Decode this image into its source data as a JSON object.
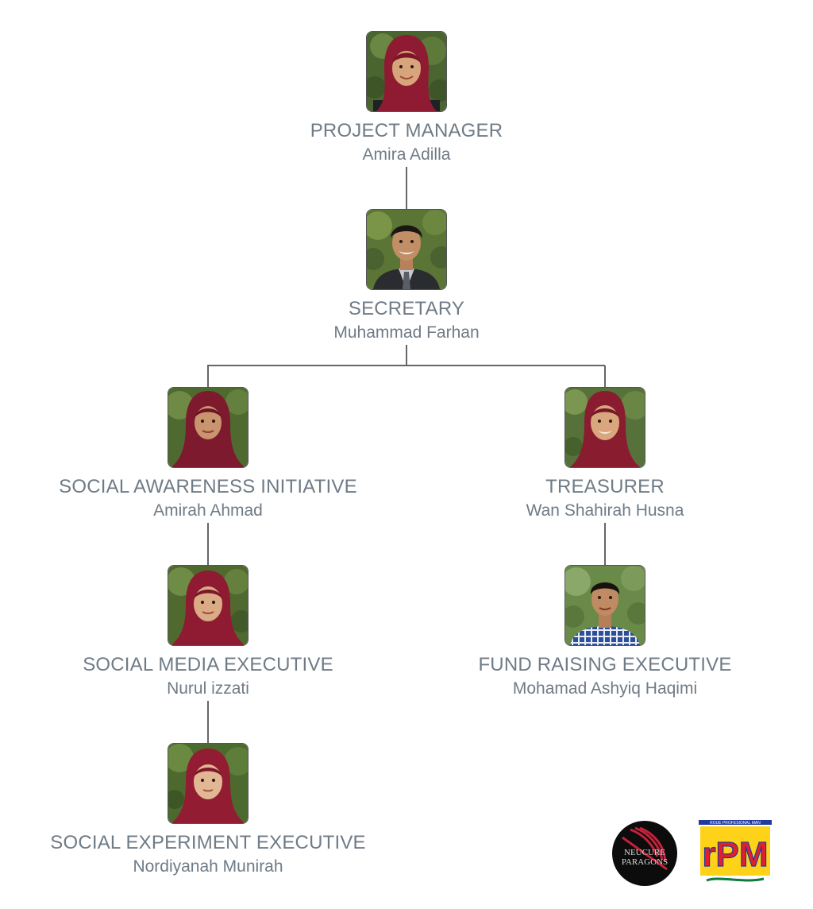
{
  "colors": {
    "text": "#6f7b86",
    "connector": "#666666",
    "hijab": "#8e1b31",
    "foliage": "#4f6b30"
  },
  "members": [
    {
      "id": "project-manager",
      "role": "PROJECT MANAGER",
      "name": "Amira Adilla"
    },
    {
      "id": "secretary",
      "role": "SECRETARY",
      "name": "Muhammad Farhan"
    },
    {
      "id": "social-awareness",
      "role": "SOCIAL AWARENESS INITIATIVE",
      "name": "Amirah Ahmad"
    },
    {
      "id": "treasurer",
      "role": "TREASURER",
      "name": "Wan Shahirah Husna"
    },
    {
      "id": "social-media",
      "role": "SOCIAL MEDIA EXECUTIVE",
      "name": "Nurul izzati"
    },
    {
      "id": "fund-raising",
      "role": "FUND RAISING EXECUTIVE",
      "name": "Mohamad Ashyiq Haqimi"
    },
    {
      "id": "social-experiment",
      "role": "SOCIAL EXPERIMENT EXECUTIVE",
      "name": "Nordiyanah Munirah"
    }
  ],
  "logos": {
    "paragons": {
      "line1": "NEUCURE",
      "line2": "PARAGONS"
    },
    "rpm": {
      "header": "ROUE PROFESIONAL MAN",
      "mark": "rPM"
    }
  }
}
